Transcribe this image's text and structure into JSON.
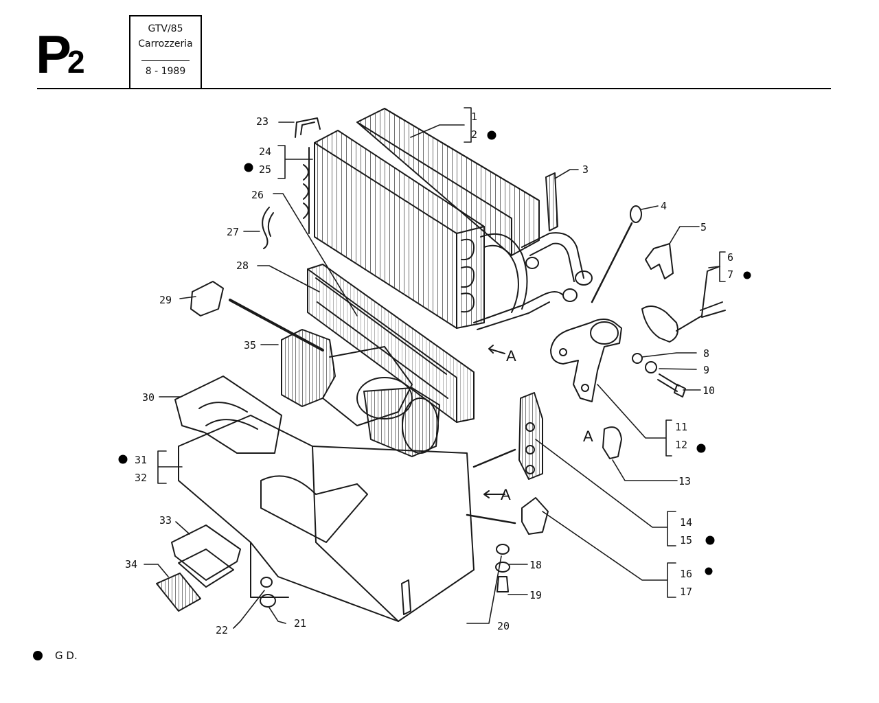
{
  "header": {
    "page_code": "P",
    "page_code_sub": "2",
    "model": "GTV/85",
    "section": "Carrozzeria",
    "date": "8 - 1989"
  },
  "callouts": {
    "c1": "1",
    "c2": "2",
    "c3": "3",
    "c4": "4",
    "c5": "5",
    "c6": "6",
    "c7": "7",
    "c8": "8",
    "c9": "9",
    "c10": "10",
    "c11": "11",
    "c12": "12",
    "c13": "13",
    "c14": "14",
    "c15": "15",
    "c16": "16",
    "c17": "17",
    "c18": "18",
    "c19": "19",
    "c20": "20",
    "c21": "21",
    "c22": "22",
    "c23": "23",
    "c24": "24",
    "c25": "25",
    "c26": "26",
    "c27": "27",
    "c28": "28",
    "c29": "29",
    "c30": "30",
    "c31": "31",
    "c32": "32",
    "c33": "33",
    "c34": "34",
    "c35": "35",
    "ref_a1": "A",
    "ref_a2": "A",
    "ref_a3": "A"
  },
  "legend": {
    "label": "G D."
  }
}
